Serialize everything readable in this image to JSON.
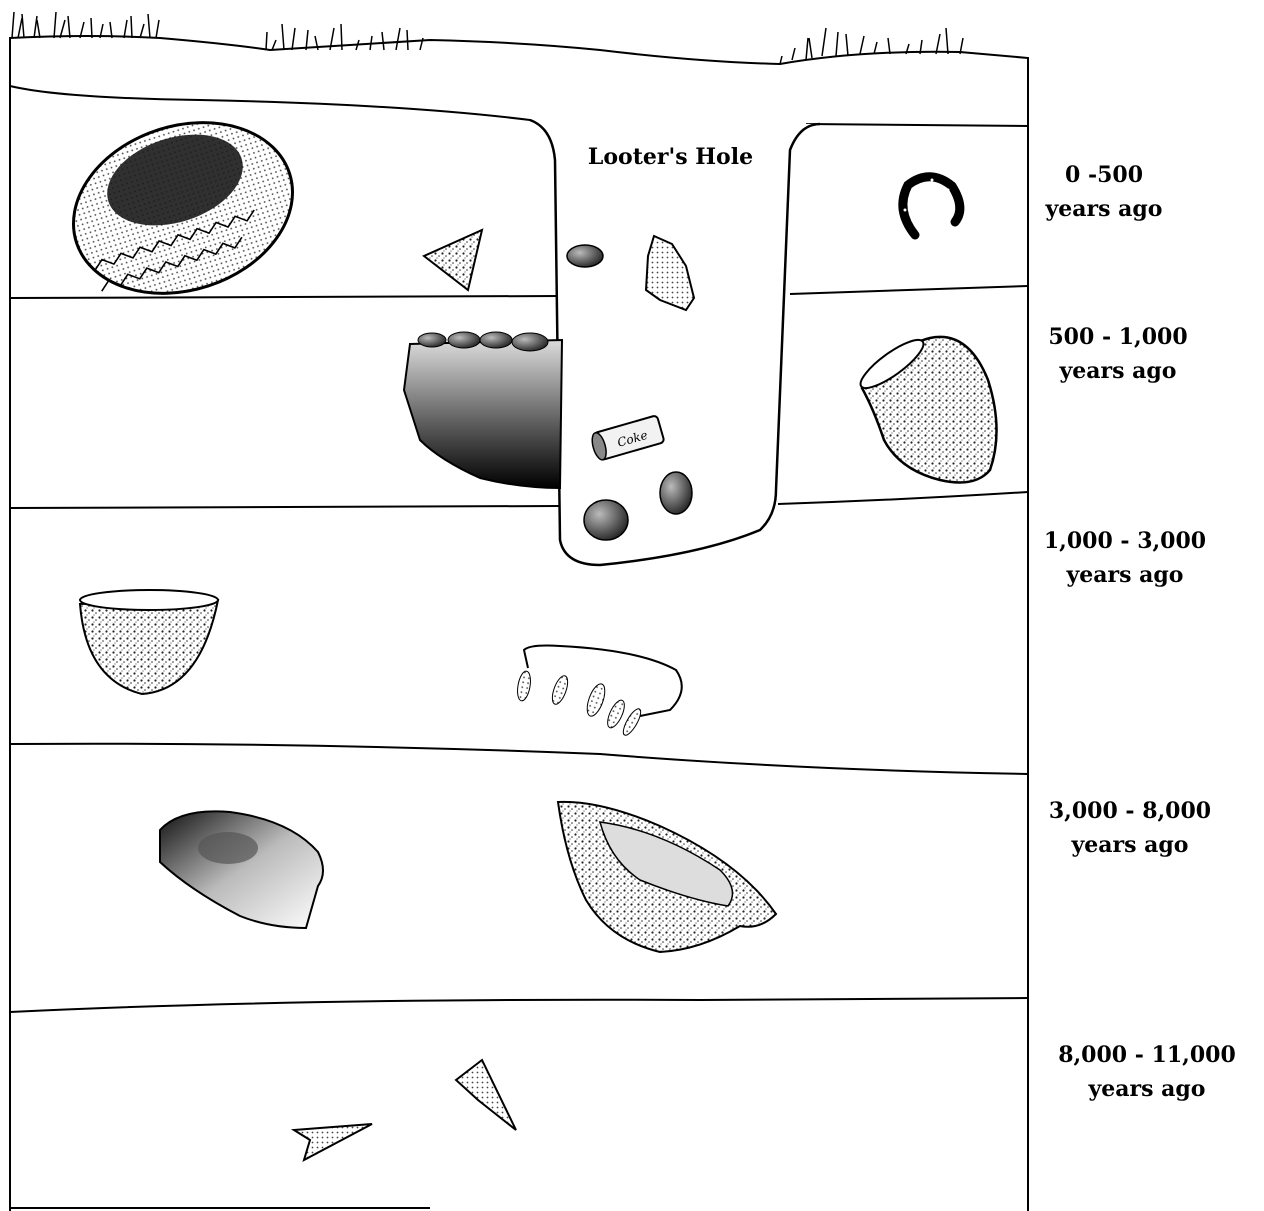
{
  "hole_label": "Looter's Hole",
  "layers": [
    {
      "range": "0 -500",
      "suffix": "years ago",
      "artifacts": [
        "tire",
        "arrowhead",
        "stone",
        "shard",
        "horseshoe-icon"
      ]
    },
    {
      "range": "500 - 1,000",
      "suffix": "years ago",
      "artifacts": [
        "hearth-pit",
        "soda-can",
        "stones",
        "jar"
      ]
    },
    {
      "range": "1,000 - 3,000",
      "suffix": "years ago",
      "artifacts": [
        "bowl",
        "bead-necklace"
      ]
    },
    {
      "range": "3,000 - 8,000",
      "suffix": "years ago",
      "artifacts": [
        "grinding-stone",
        "mortar-bowl"
      ]
    },
    {
      "range": "8,000 - 11,000",
      "suffix": "years ago",
      "artifacts": [
        "projectile-point",
        "projectile-point"
      ]
    }
  ],
  "can_text": "Coke",
  "colors": {
    "ink": "#000000",
    "paper": "#ffffff",
    "stipple": "#9a9a9a"
  }
}
